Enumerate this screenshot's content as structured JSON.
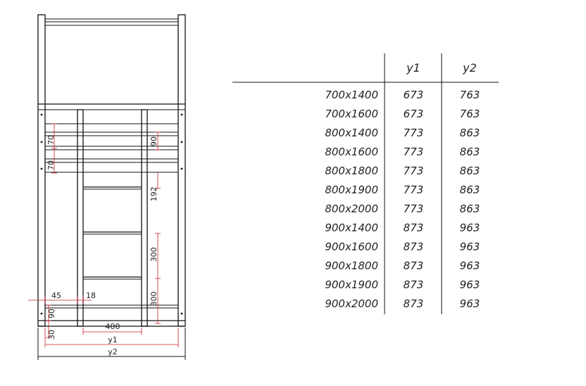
{
  "dimensions": {
    "step_70_a": "70",
    "step_70_b": "70",
    "step_90_top": "90",
    "step_192": "192",
    "step_300_a": "300",
    "step_300_b": "300",
    "offset_45": "45",
    "offset_18": "18",
    "bottom_90": "90",
    "bottom_30": "30",
    "width_400": "400",
    "width_y1": "y1",
    "width_y2": "y2"
  },
  "table": {
    "headers": [
      "y1",
      "y2"
    ],
    "rows": [
      {
        "size": "700x1400",
        "y1": "673",
        "y2": "763"
      },
      {
        "size": "700x1600",
        "y1": "673",
        "y2": "763"
      },
      {
        "size": "800x1400",
        "y1": "773",
        "y2": "863"
      },
      {
        "size": "800x1600",
        "y1": "773",
        "y2": "863"
      },
      {
        "size": "800x1800",
        "y1": "773",
        "y2": "863"
      },
      {
        "size": "800x1900",
        "y1": "773",
        "y2": "863"
      },
      {
        "size": "800x2000",
        "y1": "773",
        "y2": "863"
      },
      {
        "size": "900x1400",
        "y1": "873",
        "y2": "963"
      },
      {
        "size": "900x1600",
        "y1": "873",
        "y2": "963"
      },
      {
        "size": "900x1800",
        "y1": "873",
        "y2": "963"
      },
      {
        "size": "900x1900",
        "y1": "873",
        "y2": "963"
      },
      {
        "size": "900x2000",
        "y1": "873",
        "y2": "963"
      }
    ]
  },
  "colors": {
    "line": "#111111",
    "dimension_line": "#c8202a"
  }
}
